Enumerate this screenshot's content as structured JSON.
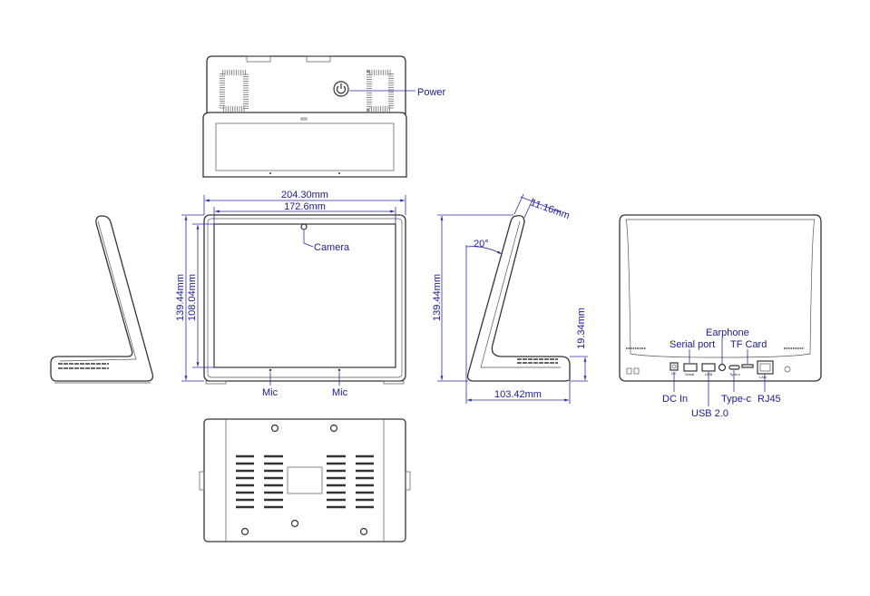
{
  "top_view": {
    "power_label": "Power"
  },
  "front_view": {
    "width_outer": "204.30mm",
    "width_screen": "172.6mm",
    "height_outer": "139.44mm",
    "height_screen": "108.04mm",
    "camera_label": "Camera",
    "mic_left_label": "Mic",
    "mic_right_label": "Mic"
  },
  "side_view": {
    "height": "139.44mm",
    "angle": "20°",
    "thickness": "11.16mm",
    "base_height": "19.34mm",
    "depth": "103.42mm"
  },
  "rear_view": {
    "labels": {
      "earphone": "Earphone",
      "serial_port": "Serial port",
      "tf_card": "TF Card",
      "dc_in": "DC In",
      "usb": "USB 2.0",
      "type_c": "Type-c",
      "rj45": "RJ45"
    },
    "port_marks": {
      "dc": "DC",
      "serial": "Serial",
      "usb": "USB",
      "typec": "Type-c",
      "lan": "LAN"
    }
  },
  "colors": {
    "dimension": "#1a1a99",
    "outline": "#333333"
  }
}
